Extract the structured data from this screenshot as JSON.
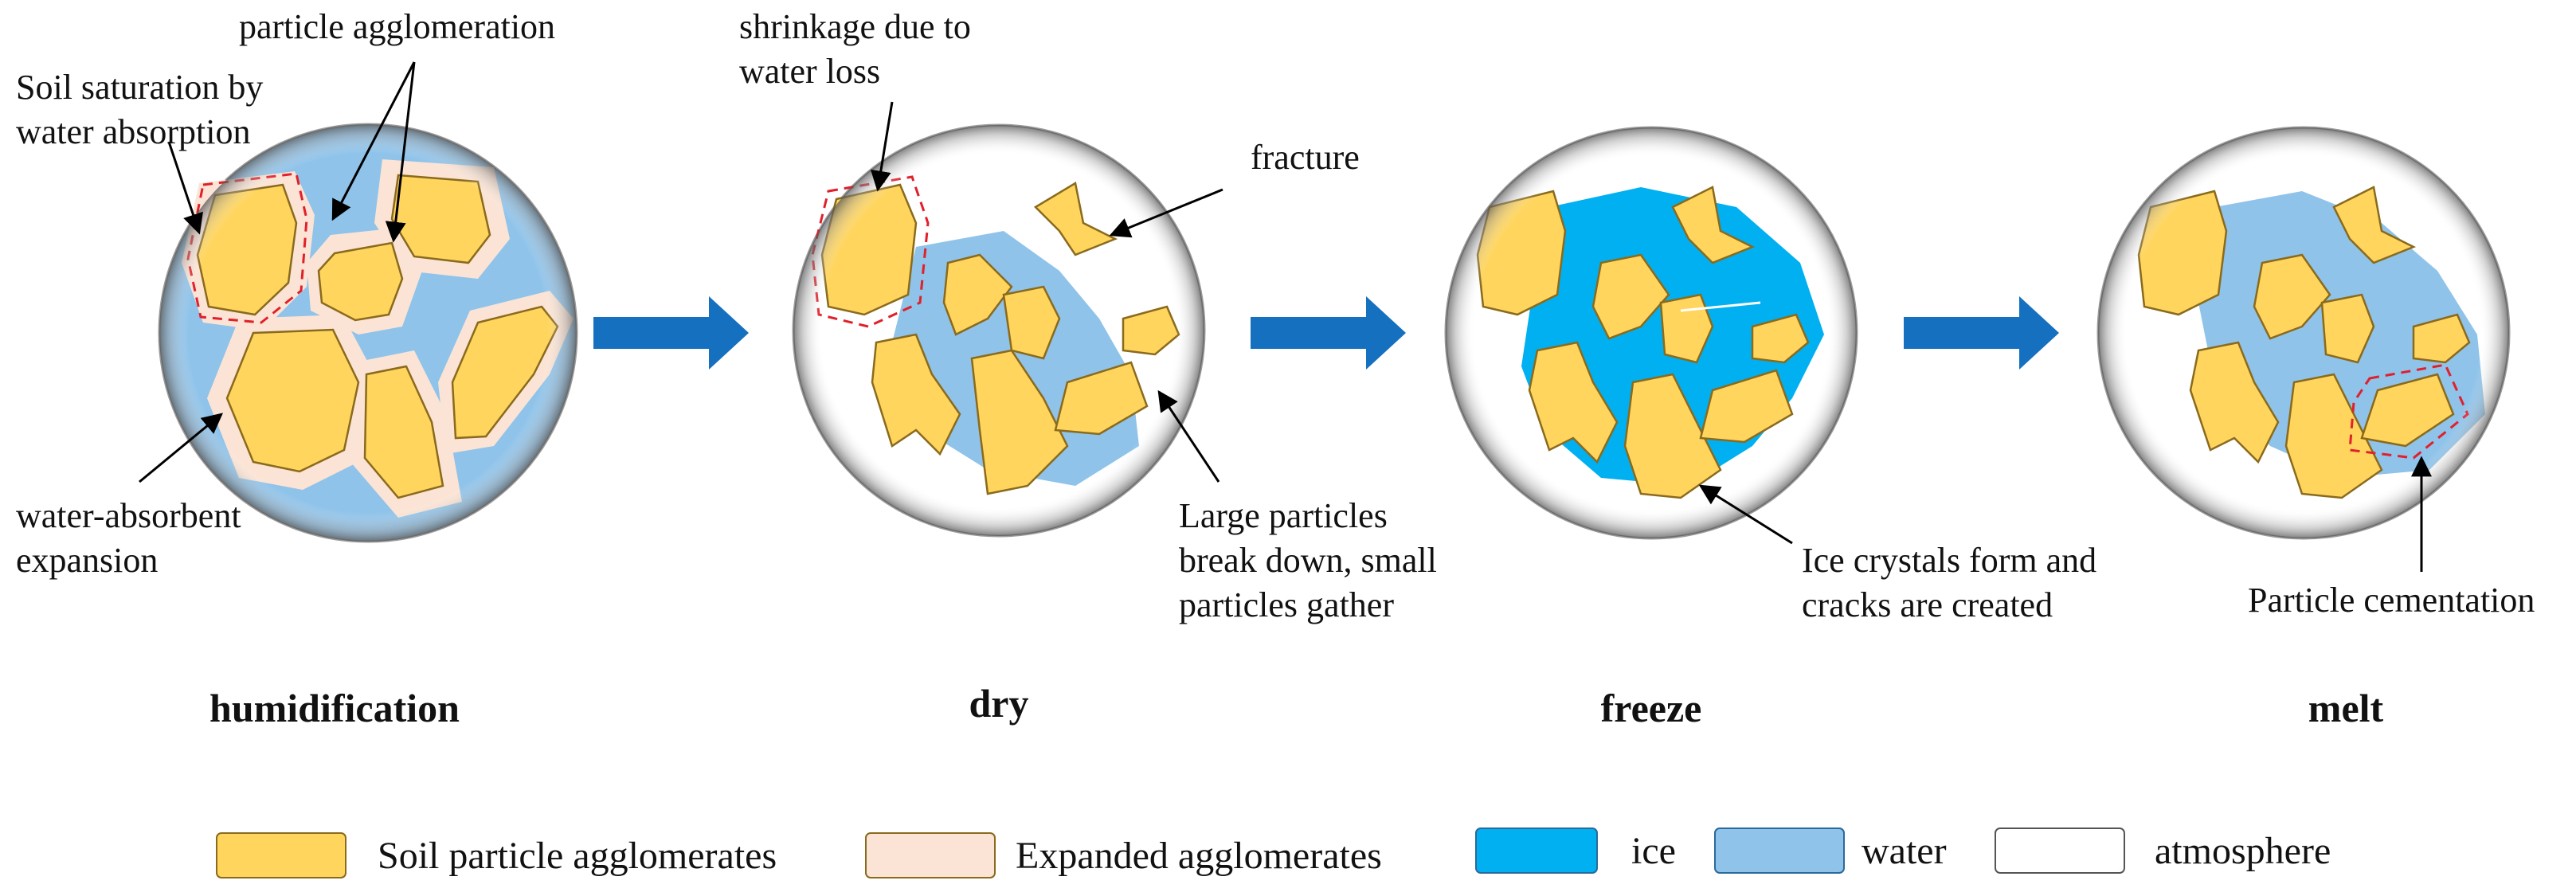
{
  "colors": {
    "soil": "#FFD55E",
    "soil_stroke": "#8A6A1C",
    "expanded": "#FBE4D5",
    "ice": "#00B0F0",
    "water": "#8FC3EA",
    "atmosphere": "#FFFFFF",
    "arrow": "#1570C0",
    "dashed_outline": "#E0202A"
  },
  "stages": [
    {
      "label": "humidification"
    },
    {
      "label": "dry"
    },
    {
      "label": "freeze"
    },
    {
      "label": "melt"
    }
  ],
  "annotations": {
    "particle_agglomeration": "particle agglomeration",
    "soil_saturation": [
      "Soil saturation by",
      "water absorption"
    ],
    "water_absorbent_expansion": [
      "water-absorbent",
      "expansion"
    ],
    "shrinkage": [
      "shrinkage due to",
      "water loss"
    ],
    "fracture": "fracture",
    "breakdown": [
      "Large particles",
      "break down, small",
      "particles gather"
    ],
    "ice_crystals": [
      "Ice crystals form and",
      "cracks are created"
    ],
    "cementation": "Particle cementation"
  },
  "legend": [
    {
      "label": "Soil particle agglomerates",
      "icon": "soil-swatch"
    },
    {
      "label": "Expanded agglomerates",
      "icon": "expanded-swatch"
    },
    {
      "label": "ice",
      "icon": "ice-swatch"
    },
    {
      "label": "water",
      "icon": "water-swatch"
    },
    {
      "label": "atmosphere",
      "icon": "atmosphere-swatch"
    }
  ]
}
